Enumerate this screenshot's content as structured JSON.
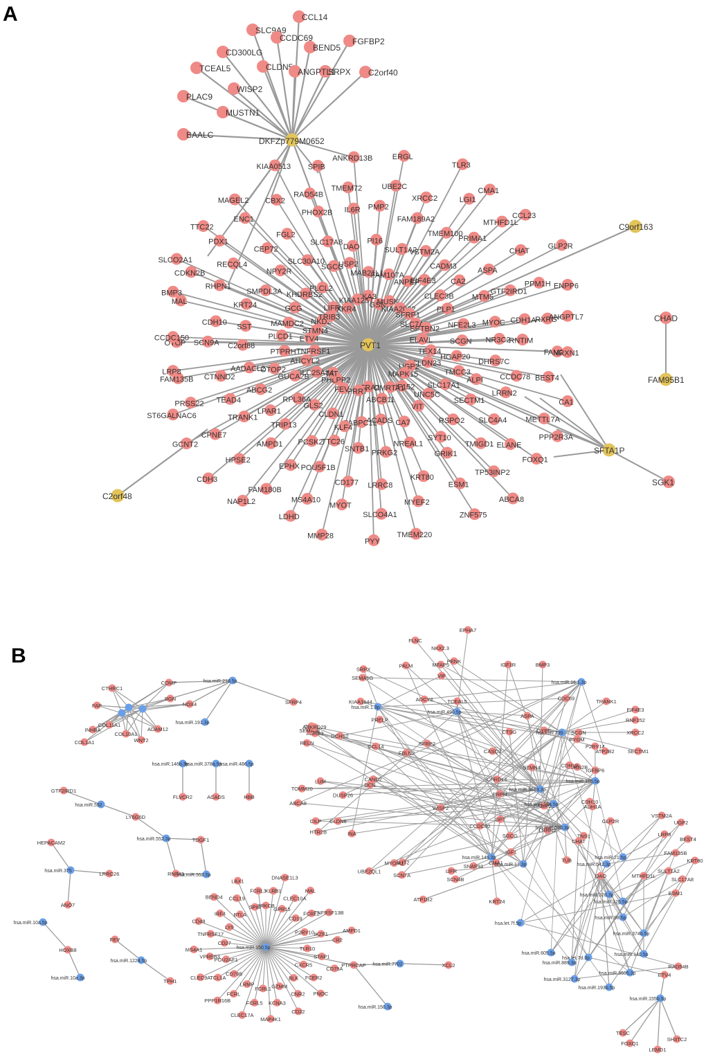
{
  "panels": [
    {
      "letter": "A",
      "hubs": [
        "DKFZp779M0652",
        "PVT1",
        "SFTA1P",
        "C2orf48",
        "C9orf163",
        "FAM95B1"
      ],
      "dkfz_targets": [
        "CCL14",
        "SLC9A9",
        "CCDC69",
        "FGFBP2",
        "BEND5",
        "CD300LG",
        "CLDN5",
        "SRPX",
        "C2orf40",
        "TCEAL5",
        "ANGPTL1",
        "WISP2",
        "PLAC9",
        "MUSTN1",
        "BAALC"
      ],
      "pvt1_targets": [
        "SKA3",
        "MAB21L1",
        "PI16",
        "PMP2",
        "UBE2C",
        "ERGL",
        "GSN",
        "FAM107A",
        "SULT1A2",
        "FAM189A2",
        "XRCC2",
        "TLR3",
        "MUSK",
        "ANPEP",
        "VSTM2A",
        "TMEM100",
        "LGI1",
        "CMA1",
        "KIAA2022",
        "EIF4E3",
        "CADM3",
        "PRIMA1",
        "MTHFD1L",
        "CCL23",
        "SFRP1",
        "CLEC3B",
        "CA2",
        "ASPA",
        "CHAT",
        "GLP2R",
        "SLC7A5",
        "PLP1",
        "MTM5",
        "GTF2IRD1",
        "PPM1H",
        "ENPP6",
        "SPTBN2",
        "NFE2L3",
        "MYOC",
        "CDH1A",
        "RXRG",
        "ANGPTL7",
        "ELAVL",
        "SCGN",
        "NR3C2",
        "RNTIM",
        "FAM21",
        "NRXN1",
        "TEX14",
        "HGAP20",
        "DHRS7C",
        "CCDC78",
        "BEST4",
        "CA1",
        "CLDN23",
        "TMCC3",
        "ALPI",
        "LRRN2",
        "METTL7A",
        "PPP2R3A",
        "UGP2",
        "SLC17A1",
        "SECTM1",
        "SLC4A4",
        "ELANE",
        "FOXQ1",
        "MAPK15",
        "UNC5C",
        "RSPO2",
        "TMIGD1",
        "TP53INP2",
        "ABCA8",
        "RNF152",
        "VIT",
        "SYT10",
        "GRIK1",
        "ESM1",
        "ZNF575",
        "DMRTA1",
        "CA7",
        "NREAL1",
        "KRT80",
        "MYEF2",
        "TMEM220",
        "ABCB11",
        "ACADS",
        "PRKG2",
        "LRRC8",
        "SLCO4A1",
        "PYY",
        "GFRA2",
        "PABPC1L",
        "SNTB1",
        "CD177",
        "MYOT",
        "MMP28",
        "PRR7",
        "KLF4",
        "TTC26",
        "POU5F1B",
        "MS4A10",
        "LDHD",
        "FEV",
        "CLDN1",
        "PCSK2",
        "EPHX",
        "FAM180B",
        "NAP1L2",
        "PHLPP2",
        "GLS2",
        "TRIP13",
        "AMPD1",
        "HPSE2",
        "CDH3",
        "TAT",
        "RPL36A",
        "LPAR1",
        "TRANK1",
        "CPNE7",
        "GCNT2",
        "SLC25A34",
        "GUCA2B",
        "ABCG2",
        "TEAD4",
        "PRSS22",
        "ST6GALNAC6",
        "AHCYL2",
        "OTOP2",
        "AADACL2",
        "CTNND2",
        "FAM135B",
        "LRP8",
        "TNFRSF1",
        "PTPRH",
        "C2orf88",
        "SCN9A",
        "OTOP",
        "CCDC150",
        "ETV4",
        "PLCD1",
        "SST",
        "CDH10",
        "MAL",
        "BMP3",
        "STMN4",
        "MAMDC2",
        "KRT24",
        "RHPN1",
        "CDKN2B",
        "SLCO2A1",
        "NKD2",
        "GCG",
        "SMPDL3A",
        "RECQL4",
        "PDX1",
        "TTC22",
        "TRIB3",
        "KHDRBS2",
        "NPY2R",
        "CEP72",
        "ENC1",
        "MAGEL2",
        "LIFR",
        "PLCL2",
        "SLC30A10",
        "FGL2",
        "CBX2",
        "KIAA0513",
        "XKR4",
        "SGCG",
        "SLC17A8",
        "PHOX2B",
        "RAD54B",
        "SPIB",
        "KIAA1257",
        "USP2",
        "DAO",
        "IL6R",
        "TMEM72",
        "ANKRD13B"
      ],
      "sfta1p_targets": [
        "SGK1"
      ],
      "fam95b1_targets": [
        "CHAD"
      ]
    },
    {
      "letter": "B",
      "mirnas": [
        "hsa.miR.218.5p",
        "hsa.miR.191.3p",
        "hsa.miR.146b.3p",
        "hsa.miR.378a.5p",
        "hsa.miR.486.5p",
        "hsa.miR.592",
        "hsa.miR.552.3p",
        "hsa.miR.552.5p",
        "hsa.miR.375",
        "hsa.miR.10a.5p",
        "hsa.miR.10a.3p",
        "hsa.miR.1224.5p",
        "hsa.miR.150.5p",
        "hsa.miR.7702",
        "hsa.miR.150.3p",
        "hsa.miR.16.1.3p",
        "hsa.miR.490.5p",
        "hsa.miR.1.3p",
        "hsa.miR.335",
        "hsa.miR.185.5p",
        "hsa.miR.3613.3p",
        "hsa.miR.18a.5p",
        "hsa.miR.590.3p",
        "hsa.miR.21.5p",
        "hsa.miR.542.3p",
        "hsa.miR.328.3p",
        "hsa.miR.126.5p",
        "hsa.miR.98.5p",
        "hsa.miR.374b.5p",
        "hsa.miR.140.5p",
        "hsa.miR.3605.3p",
        "hsa.miR.193b.5p",
        "hsa.miR.155b.5p",
        "hsa.let.7f.5p",
        "hsa.let.7d.3p",
        "hsa.miR.889.3p",
        "hsa.miR.605.5p",
        "hsa.miR.3127.3p",
        "hsa.miR.17.3p",
        "hsa.miR.145.3p"
      ],
      "genes": [
        "CTHRC1",
        "COMP",
        "BGN",
        "NOX4",
        "FAP",
        "INHBA",
        "COL11A1",
        "COL10A1",
        "COL1A1",
        "ADAM12",
        "WNT2",
        "SFRP4",
        "FLVCR2",
        "ACADS",
        "HBB",
        "GTF2IRD1",
        "LY6G6D",
        "TDGF1",
        "RNF43",
        "HEPACAM2",
        "LRRC26",
        "ANO7",
        "HOXB8",
        "FEV",
        "TPH1",
        "PRKCB",
        "KLRB1",
        "DNASE1L3",
        "GPR15",
        "CLEC10A",
        "MAL",
        "CD19",
        "FCRL2",
        "TNFRSF13B",
        "P2RY10",
        "IKZF1",
        "CR2",
        "TLR10",
        "STAP1",
        "CD79A",
        "CXCR5",
        "FCER2",
        "PNOC",
        "BLK",
        "CNR2",
        "CD22",
        "GZMM",
        "KCNA3",
        "MAP4K1",
        "FCRL1",
        "FCRL5",
        "CLEC17A",
        "LRMP",
        "FCRL",
        "PPP1R16B",
        "CD79B",
        "TCL1A",
        "CLEC9A",
        "POU2AF1",
        "VPREB3",
        "MS4A1",
        "CD27",
        "TNFRSF17",
        "CD48",
        "LY9",
        "IRF4",
        "BEND4",
        "BTLA",
        "CCL19",
        "LAX1",
        "SPIB",
        "FCRL3",
        "AMPD1",
        "PTPRCAP",
        "XCL2",
        "EPHA7",
        "FLNC",
        "NKX2.3",
        "PENK",
        "VIP",
        "CLIP4",
        "CDC69",
        "P2RY14",
        "ADRB3",
        "FBLN2",
        "PALM",
        "ADCY2",
        "MFAP5",
        "IGFBP6",
        "CCDC80",
        "SEMA5G",
        "IGF1",
        "SLIT2",
        "SFRP2",
        "RELN",
        "CILP",
        "TUB",
        "DCN",
        "CTSG",
        "UBE2QL1",
        "WISP2",
        "STMN4",
        "SRPX",
        "SCN4B",
        "SNAP91",
        "LIFR",
        "KRT24",
        "GYPC",
        "SCGN",
        "EIF4E3",
        "TRANK1",
        "RNF152",
        "XRCC2",
        "ATP2B2",
        "SECTM1",
        "CDKN2B",
        "ADH1A",
        "CDH10",
        "GLP2R",
        "VSTM2A",
        "UGP2",
        "BEST4",
        "LRP8",
        "FAM135B",
        "KRT80",
        "SULT1A2",
        "SLC17A8",
        "ESM1",
        "MTHFD1L",
        "CHAT",
        "DAO",
        "RAD54B",
        "ETV4",
        "TESC",
        "FOXQ1",
        "SH3TC2",
        "LEMD1",
        "BMP3",
        "SCN7A",
        "PRPH",
        "HTR2B",
        "ASPA",
        "CAND2",
        "PYGM",
        "MYOM1",
        "SEMA3E",
        "ANKRD29",
        "CDH19",
        "PRELP",
        "KIAA1644",
        "CMA1",
        "CHRDL1",
        "DUSP26",
        "ATP1B2",
        "GABRG2",
        "INA",
        "CCL14",
        "LRRN2",
        "TCEAL5",
        "CLDN8",
        "ABCA8",
        "CASQ2",
        "SGCG",
        "TOMM20",
        "DPT",
        "TNS1",
        "LUM",
        "IGF1R",
        "DCHS2"
      ]
    }
  ]
}
